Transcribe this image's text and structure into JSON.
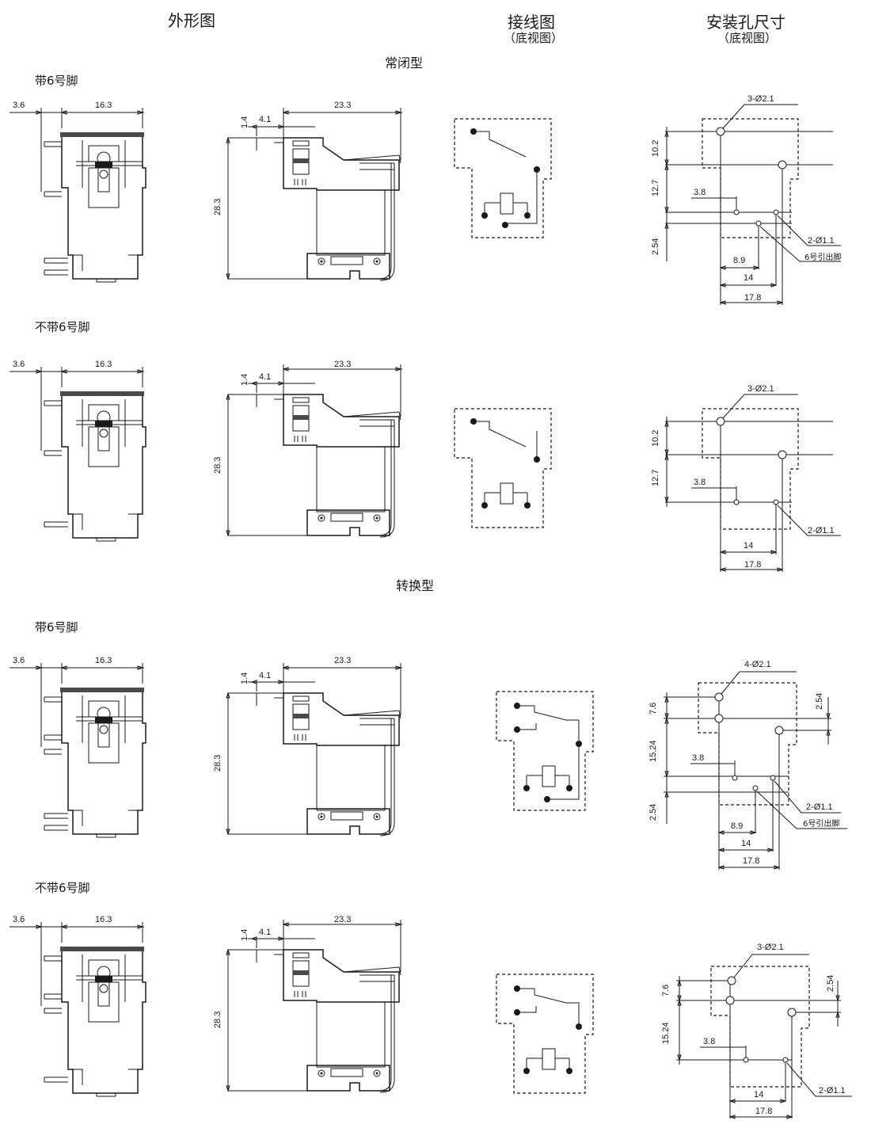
{
  "headers": {
    "outline": "外形图",
    "wiring": "接线图",
    "wiring_sub": "（底视图）",
    "mounting": "安装孔尺寸",
    "mounting_sub": "（底视图）"
  },
  "sections": {
    "nc_type": "常闭型",
    "co_type": "转换型"
  },
  "rows": [
    {
      "label": "带6号脚"
    },
    {
      "label": "不带6号脚"
    },
    {
      "label": "带6号脚"
    },
    {
      "label": "不带6号脚"
    }
  ],
  "dims_outline_front": {
    "d1": "3.6",
    "d2": "16.3"
  },
  "dims_outline_side": {
    "w": "23.3",
    "a": "4.1",
    "b": "1.4",
    "h": "28.3"
  },
  "mount_nc_6": {
    "holes": "3-Ø2.1",
    "v1": "10.2",
    "v2": "12.7",
    "v3": "2.54",
    "h1": "3.8",
    "small": "2-Ø1.1",
    "pin6": "6号引出脚",
    "h2": "8.9",
    "h3": "14",
    "h4": "17.8"
  },
  "mount_nc": {
    "holes": "3-Ø2.1",
    "v1": "10.2",
    "v2": "12.7",
    "h1": "3.8",
    "small": "2-Ø1.1",
    "h3": "14",
    "h4": "17.8"
  },
  "mount_co_6": {
    "holes": "4-Ø2.1",
    "v1": "7.6",
    "vr": "2.54",
    "v2": "15.24",
    "v3": "2.54",
    "h1": "3.8",
    "small": "2-Ø1.1",
    "pin6": "6号引出脚",
    "h2": "8.9",
    "h3": "14",
    "h4": "17.8"
  },
  "mount_co": {
    "holes": "3-Ø2.1",
    "v1": "7.6",
    "vr": "2.54",
    "v2": "15.24",
    "h1": "3.8",
    "small": "2-Ø1.1",
    "h3": "14",
    "h4": "17.8"
  }
}
